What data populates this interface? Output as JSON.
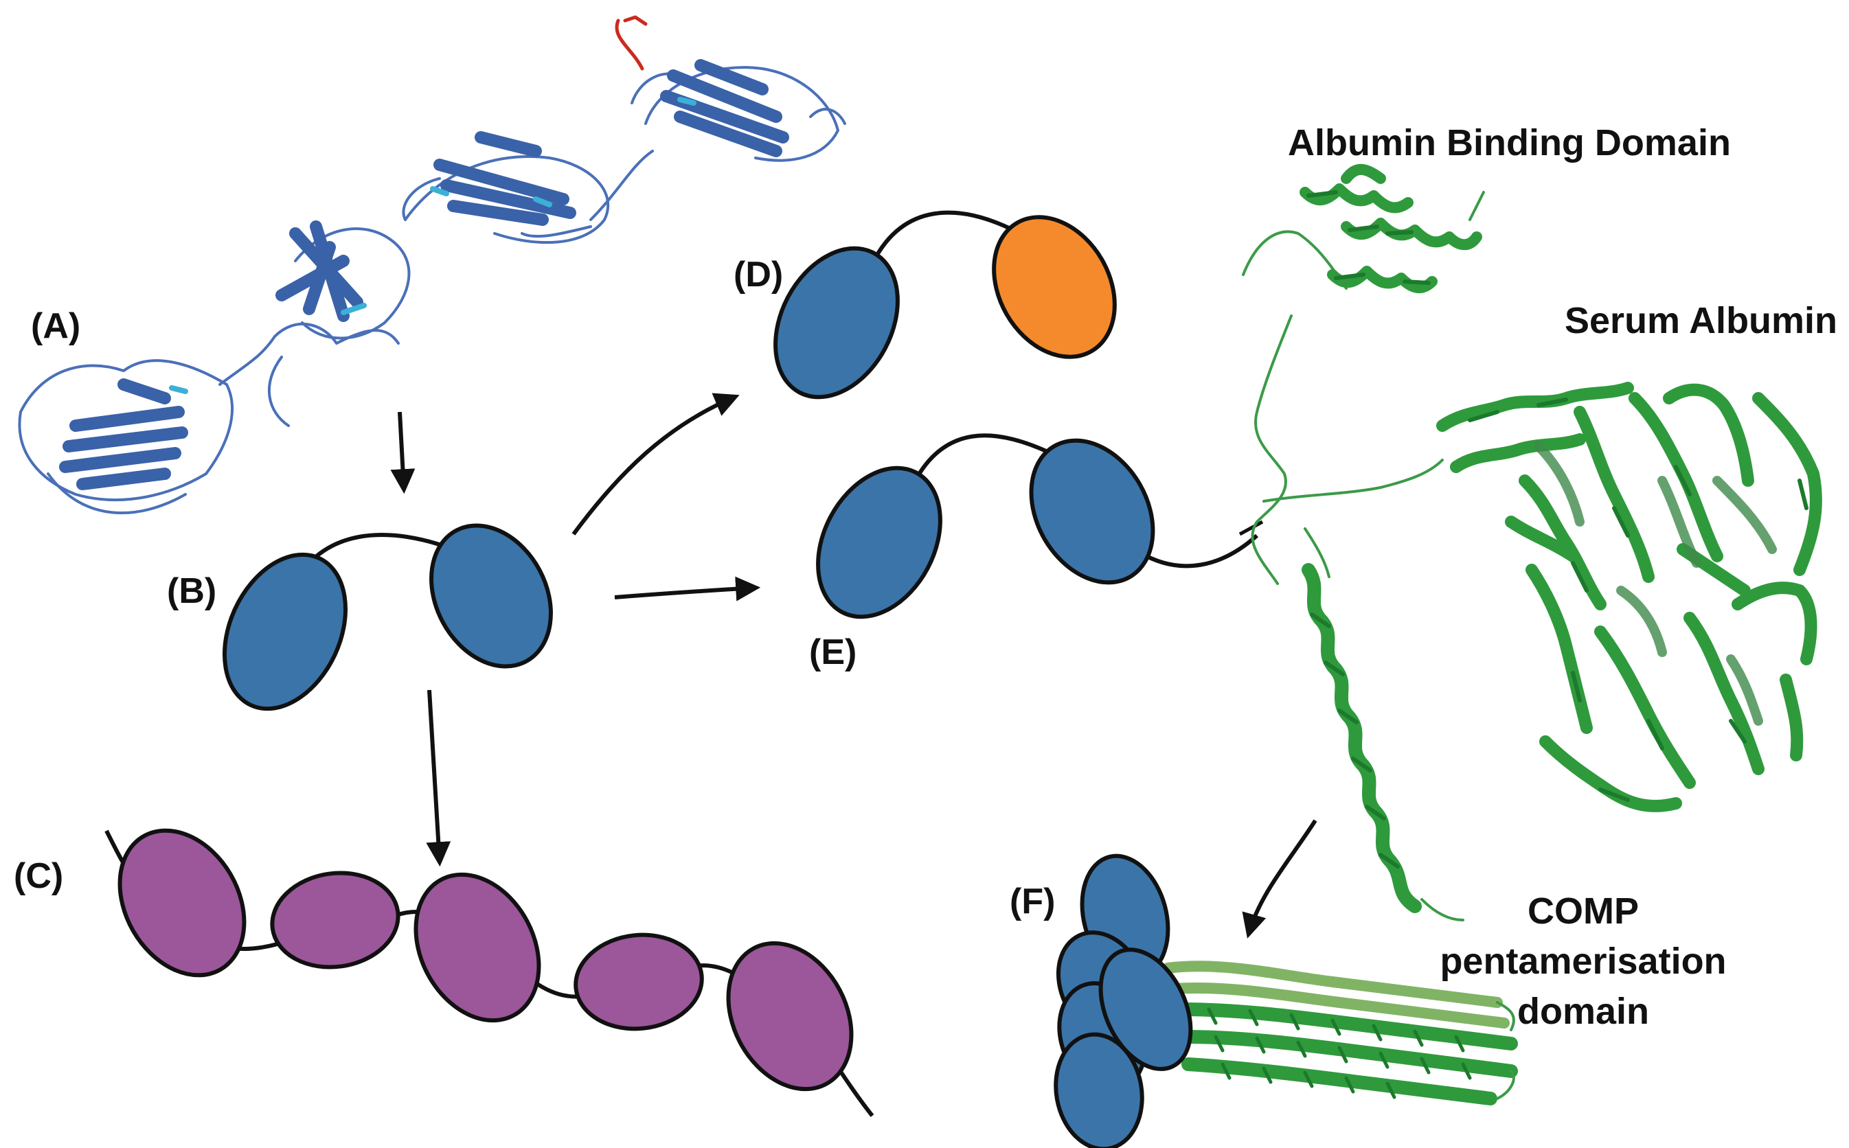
{
  "panel_labels": {
    "a": "(A)",
    "b": "(B)",
    "c": "(C)",
    "d": "(D)",
    "e": "(E)",
    "f": "(F)"
  },
  "annotations": {
    "albumin_binding_domain": "Albumin Binding Domain",
    "serum_albumin": "Serum Albumin",
    "comp_line1": "COMP",
    "comp_line2": "pentamerisation",
    "comp_line3": "domain"
  },
  "colors": {
    "domain_blue": "#3b74a8",
    "domain_orange": "#f58a2c",
    "domain_purple": "#9b5799",
    "protein_green": "#2f9a3c",
    "protein_blue": "#4a70b8",
    "accent_red": "#cc2a1f",
    "outline": "#111111"
  }
}
